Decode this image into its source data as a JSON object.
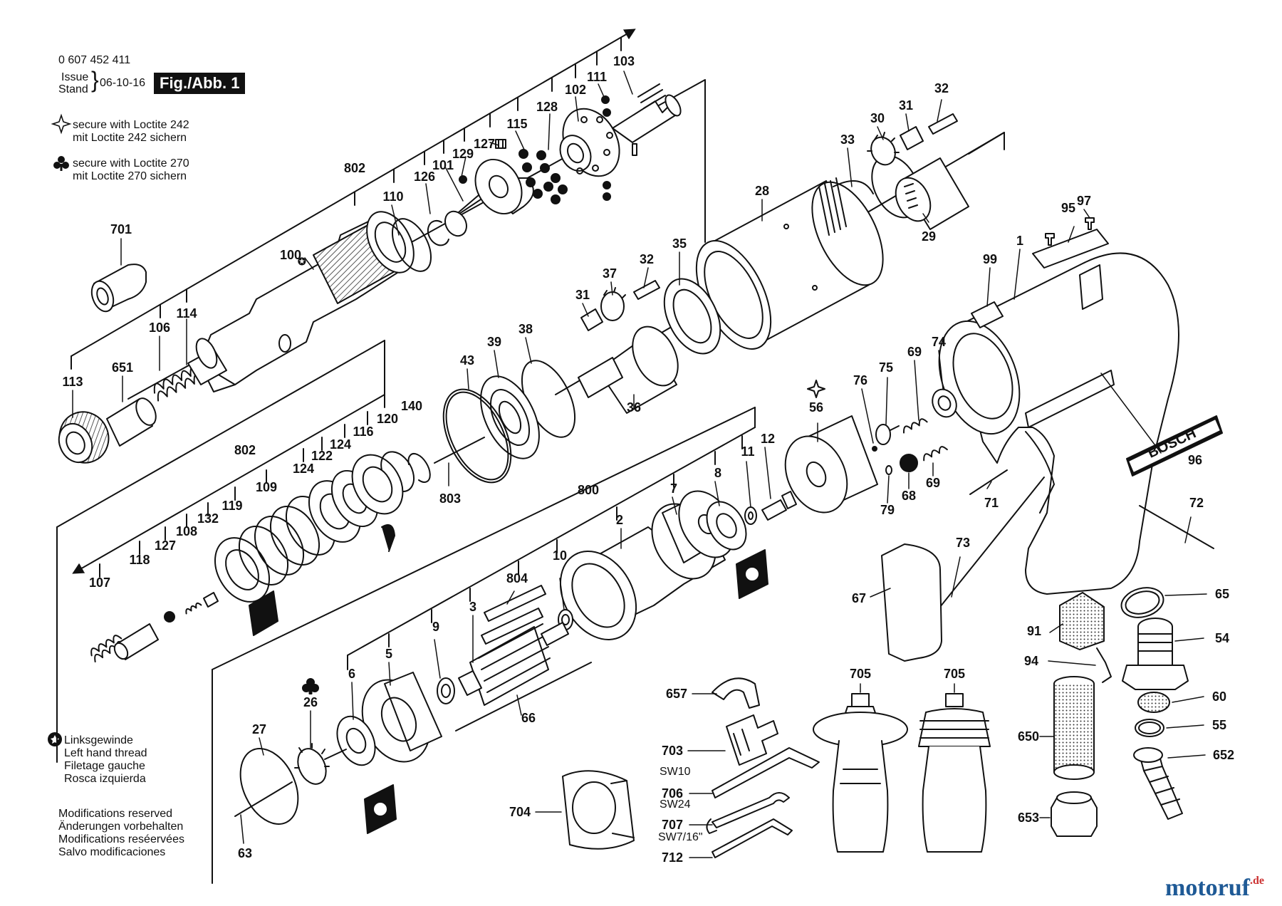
{
  "header": {
    "part_number": "0 607 452 411",
    "issue_label_1": "Issue",
    "issue_label_2": "Stand",
    "issue_date": "06-10-16",
    "figure": "Fig./Abb. 1"
  },
  "notes": {
    "loctite242_en": "secure with Loctite 242",
    "loctite242_de": "mit Loctite 242 sichern",
    "loctite270_en": "secure with Loctite 270",
    "loctite270_de": "mit Loctite 270 sichern",
    "lh_de": "Linksgewinde",
    "lh_en": "Left hand thread",
    "lh_fr": "Filetage gauche",
    "lh_es": "Rosca izquierda",
    "mod_en": "Modifications reserved",
    "mod_de": "Änderungen vorbehalten",
    "mod_fr": "Modifications reséervées",
    "mod_es": "Salvo modificaciones"
  },
  "wrench_sizes": [
    "SW10",
    "SW24",
    "SW7/16\""
  ],
  "brand_on_tool": "BOSCH",
  "watermark": {
    "main": "motoruf",
    "suffix": ".de"
  },
  "part_labels": [
    {
      "id": "l103",
      "text": "103"
    },
    {
      "id": "l111",
      "text": "111"
    },
    {
      "id": "l102",
      "text": "102"
    },
    {
      "id": "l128",
      "text": "128"
    },
    {
      "id": "l115",
      "text": "115"
    },
    {
      "id": "l127a",
      "text": "127"
    },
    {
      "id": "l129",
      "text": "129"
    },
    {
      "id": "l101",
      "text": "101"
    },
    {
      "id": "l126",
      "text": "126"
    },
    {
      "id": "l110",
      "text": "110"
    },
    {
      "id": "l802a",
      "text": "802"
    },
    {
      "id": "l701",
      "text": "701"
    },
    {
      "id": "l100",
      "text": "100"
    },
    {
      "id": "l114",
      "text": "114"
    },
    {
      "id": "l106",
      "text": "106"
    },
    {
      "id": "l651",
      "text": "651"
    },
    {
      "id": "l113",
      "text": "113"
    },
    {
      "id": "l32a",
      "text": "32"
    },
    {
      "id": "l31a",
      "text": "31"
    },
    {
      "id": "l30",
      "text": "30"
    },
    {
      "id": "l33",
      "text": "33"
    },
    {
      "id": "l28",
      "text": "28"
    },
    {
      "id": "l29",
      "text": "29"
    },
    {
      "id": "l35",
      "text": "35"
    },
    {
      "id": "l32b",
      "text": "32"
    },
    {
      "id": "l37",
      "text": "37"
    },
    {
      "id": "l31b",
      "text": "31"
    },
    {
      "id": "l36",
      "text": "36"
    },
    {
      "id": "l38",
      "text": "38"
    },
    {
      "id": "l39",
      "text": "39"
    },
    {
      "id": "l43",
      "text": "43"
    },
    {
      "id": "l140",
      "text": "140"
    },
    {
      "id": "l120",
      "text": "120"
    },
    {
      "id": "l116",
      "text": "116"
    },
    {
      "id": "l124a",
      "text": "124"
    },
    {
      "id": "l122",
      "text": "122"
    },
    {
      "id": "l124b",
      "text": "124"
    },
    {
      "id": "l802b",
      "text": "802"
    },
    {
      "id": "l109",
      "text": "109"
    },
    {
      "id": "l119",
      "text": "119"
    },
    {
      "id": "l132",
      "text": "132"
    },
    {
      "id": "l108",
      "text": "108"
    },
    {
      "id": "l127b",
      "text": "127"
    },
    {
      "id": "l118",
      "text": "118"
    },
    {
      "id": "l107",
      "text": "107"
    },
    {
      "id": "l803",
      "text": "803"
    },
    {
      "id": "l97",
      "text": "97"
    },
    {
      "id": "l95",
      "text": "95"
    },
    {
      "id": "l1",
      "text": "1"
    },
    {
      "id": "l99",
      "text": "99"
    },
    {
      "id": "l74",
      "text": "74"
    },
    {
      "id": "l69a",
      "text": "69"
    },
    {
      "id": "l75",
      "text": "75"
    },
    {
      "id": "l76",
      "text": "76"
    },
    {
      "id": "l56",
      "text": "56"
    },
    {
      "id": "l69b",
      "text": "69"
    },
    {
      "id": "l68",
      "text": "68"
    },
    {
      "id": "l79",
      "text": "79"
    },
    {
      "id": "l96",
      "text": "96"
    },
    {
      "id": "l71",
      "text": "71"
    },
    {
      "id": "l72",
      "text": "72"
    },
    {
      "id": "l12",
      "text": "12"
    },
    {
      "id": "l11",
      "text": "11"
    },
    {
      "id": "l8",
      "text": "8"
    },
    {
      "id": "l7",
      "text": "7"
    },
    {
      "id": "l800",
      "text": "800"
    },
    {
      "id": "l2",
      "text": "2"
    },
    {
      "id": "l10",
      "text": "10"
    },
    {
      "id": "l804",
      "text": "804"
    },
    {
      "id": "l3",
      "text": "3"
    },
    {
      "id": "l9",
      "text": "9"
    },
    {
      "id": "l5",
      "text": "5"
    },
    {
      "id": "l6",
      "text": "6"
    },
    {
      "id": "l26",
      "text": "26"
    },
    {
      "id": "l27",
      "text": "27"
    },
    {
      "id": "l63",
      "text": "63"
    },
    {
      "id": "l66",
      "text": "66"
    },
    {
      "id": "l73",
      "text": "73"
    },
    {
      "id": "l67",
      "text": "67"
    },
    {
      "id": "l65",
      "text": "65"
    },
    {
      "id": "l91",
      "text": "91"
    },
    {
      "id": "l54",
      "text": "54"
    },
    {
      "id": "l94",
      "text": "94"
    },
    {
      "id": "l60",
      "text": "60"
    },
    {
      "id": "l55",
      "text": "55"
    },
    {
      "id": "l650",
      "text": "650"
    },
    {
      "id": "l652",
      "text": "652"
    },
    {
      "id": "l653",
      "text": "653"
    },
    {
      "id": "l705a",
      "text": "705"
    },
    {
      "id": "l705b",
      "text": "705"
    },
    {
      "id": "l657",
      "text": "657"
    },
    {
      "id": "l703",
      "text": "703"
    },
    {
      "id": "l706",
      "text": "706"
    },
    {
      "id": "l707",
      "text": "707"
    },
    {
      "id": "l712",
      "text": "712"
    },
    {
      "id": "l704",
      "text": "704"
    }
  ]
}
